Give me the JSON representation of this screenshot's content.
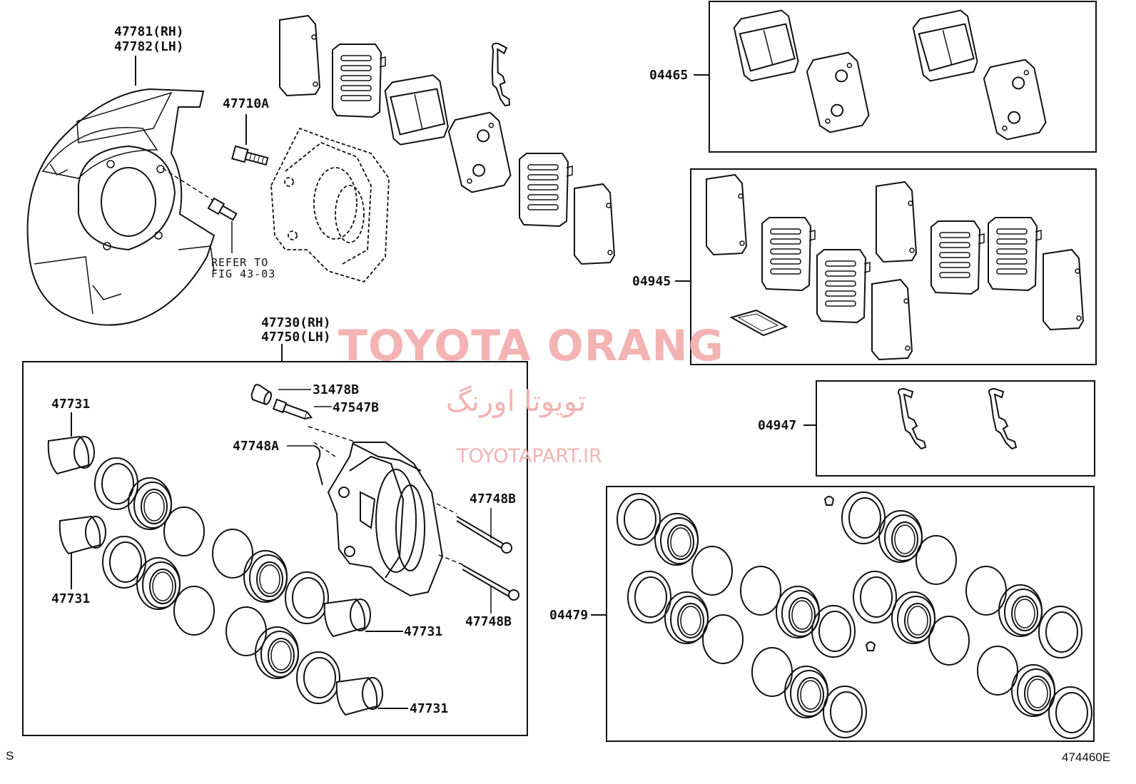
{
  "labels": {
    "shield_rh": "47781(RH)",
    "shield_lh": "47782(LH)",
    "bolt": "47710A",
    "refer_1": "REFER TO",
    "refer_2": "FIG 43-03",
    "caliper_rh": "47730(RH)",
    "caliper_lh": "47750(LH)",
    "piston_tl": "47731",
    "piston_ml": "47731",
    "piston_c": "47731",
    "piston_b": "47731",
    "cap": "31478B",
    "bleeder": "47547B",
    "pin_clip": "47748A",
    "pin_upper": "47748B",
    "pin_lower": "47748B",
    "kit_pads": "04465",
    "kit_shims": "04945",
    "kit_springs": "04947",
    "kit_seals": "04479"
  },
  "watermark": {
    "brand": "TOYOTA ORANG",
    "persian": "تویوتا اورنگ",
    "site": "TOYOTAPART.IR"
  },
  "footer": {
    "left_mark": "S",
    "code": "474460E"
  },
  "colors": {
    "line": "#111111",
    "watermark": "#f4b3b3",
    "background": "#ffffff"
  }
}
